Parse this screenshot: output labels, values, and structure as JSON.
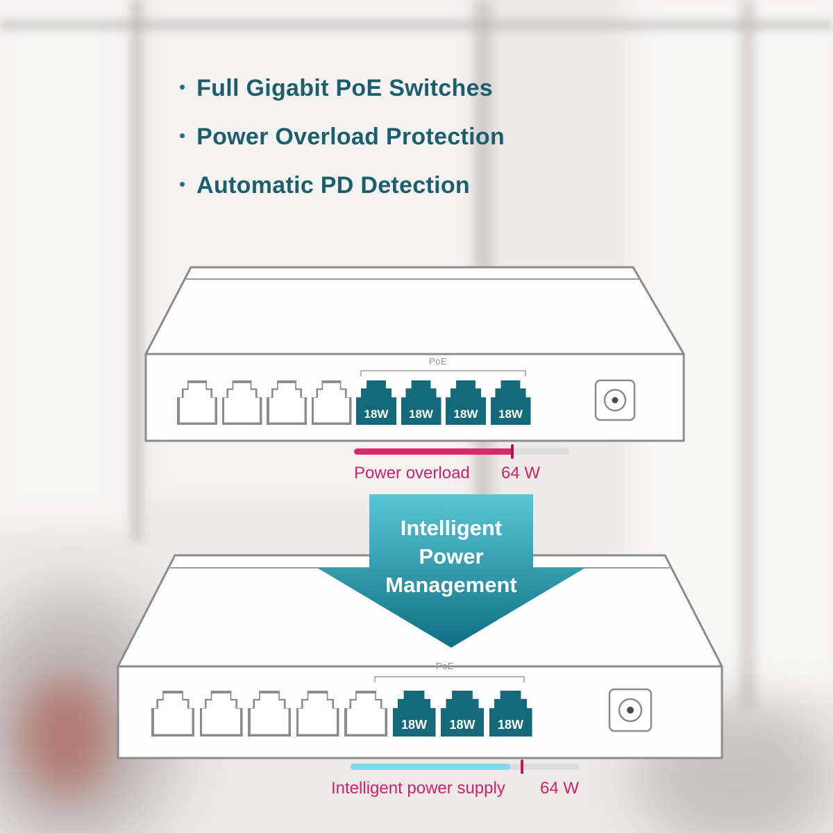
{
  "features": {
    "bullet_glyph": "•",
    "items": [
      "Full Gigabit PoE Switches",
      "Power Overload Protection",
      "Automatic PD Detection"
    ]
  },
  "top_switch": {
    "poe_group_label": "PoE",
    "ports": [
      "",
      "",
      "",
      "",
      "18W",
      "18W",
      "18W",
      "18W"
    ],
    "status_bar": {
      "label": "Power overload",
      "value": "64 W"
    }
  },
  "flow_arrow": {
    "line1": "Intelligent",
    "line2": "Power",
    "line3": "Management"
  },
  "bottom_switch": {
    "poe_group_label": "PoE",
    "ports": [
      "",
      "",
      "",
      "",
      "",
      "18W",
      "18W",
      "18W"
    ],
    "status_bar": {
      "label": "Intelligent power supply",
      "value": "64 W"
    }
  },
  "colors": {
    "feature_text": "#1d5e6c",
    "poe_port_fill": "#14697b",
    "overload_pink": "#d02168",
    "overload_fill": "#d62a6e",
    "supply_cyan": "#80d9e7",
    "marker_pink": "#c2185b",
    "arrow_gradient_top": "#59c6d5",
    "arrow_gradient_bottom": "#0e6f85",
    "chassis_outline": "#8b8b8b"
  }
}
